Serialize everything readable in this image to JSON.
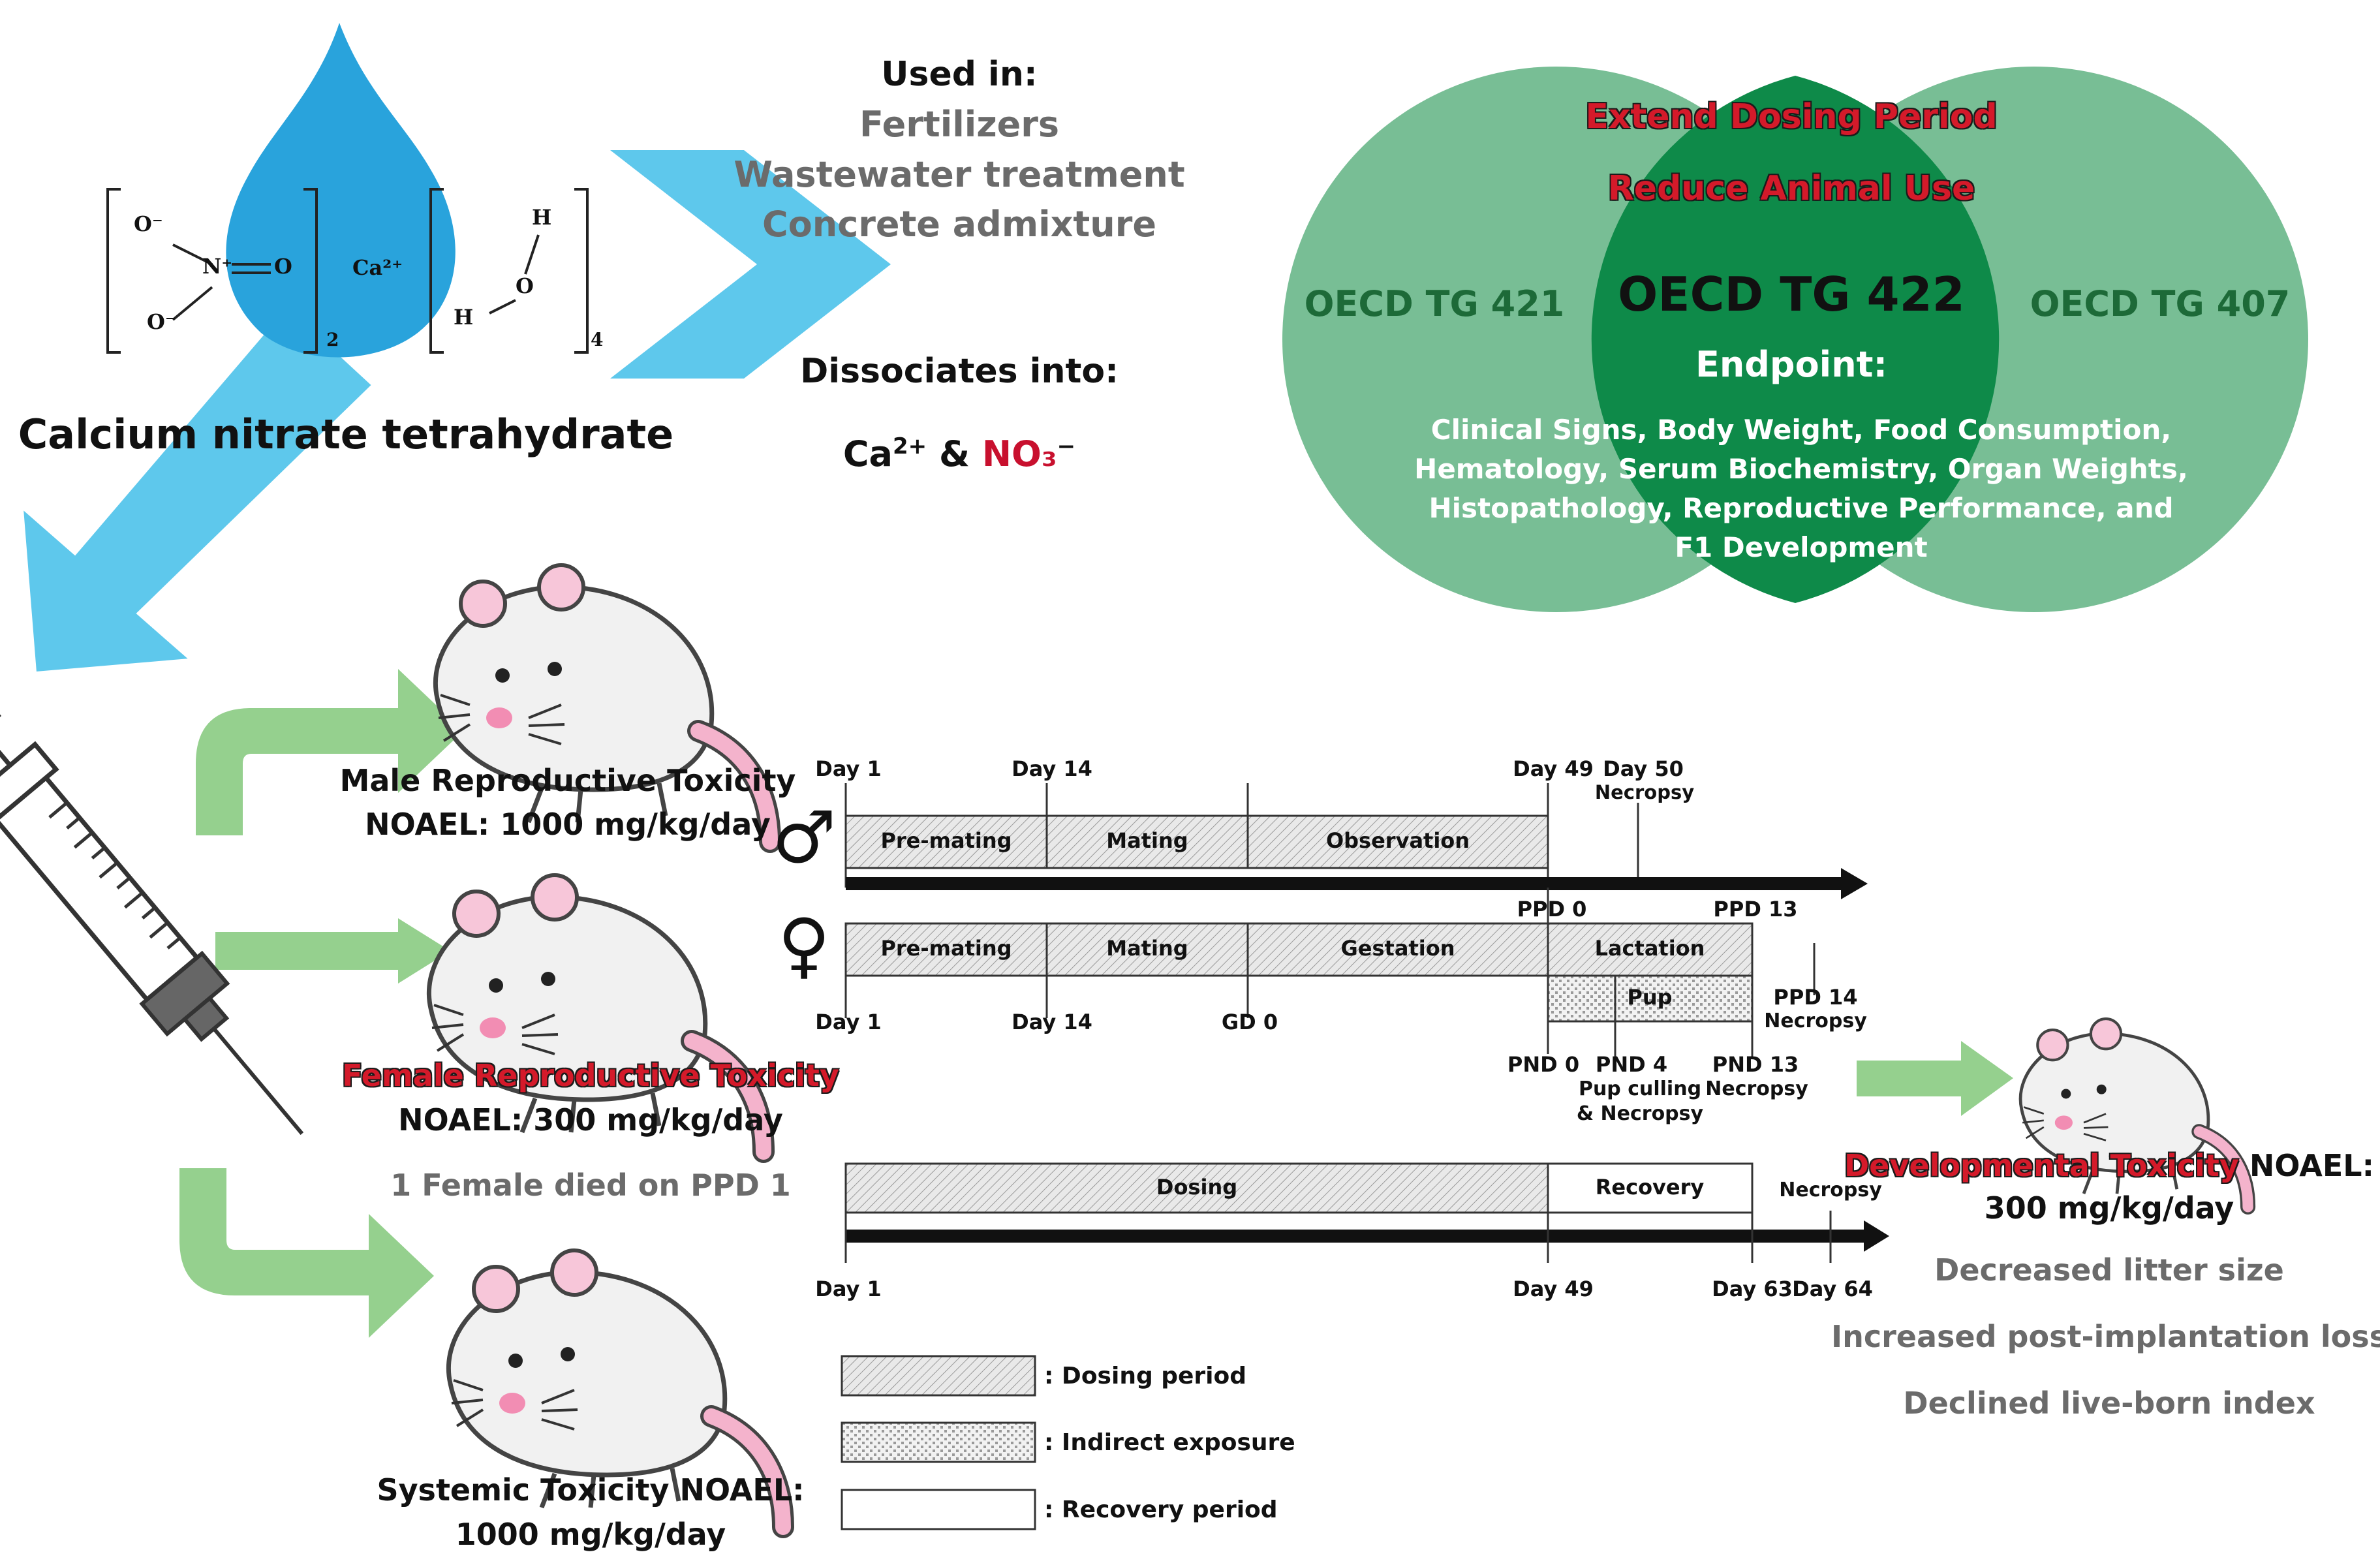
{
  "compound": {
    "name": "Calcium nitrate tetrahydrate",
    "used_in_title": "Used in:",
    "uses": [
      "Fertilizers",
      "Wastewater treatment",
      "Concrete admixture"
    ],
    "dissociates_title": "Dissociates into:",
    "ion_ca": "Ca",
    "ion_ca_sup": "2+",
    "ion_amp": " & ",
    "ion_no3": "NO₃",
    "ion_no3_sup": "−",
    "structure": {
      "o_minus_top": "O⁻",
      "n_plus": "N⁺",
      "o_double": "O",
      "o_minus_bottom": "O⁻",
      "sub_2": "2",
      "ca_ion": "Ca²⁺",
      "h_top": "H",
      "o_water": "O",
      "h_left": "H",
      "sub_4": "4"
    }
  },
  "venn": {
    "left_label": "OECD TG 421",
    "right_label": "OECD TG 407",
    "center_title": "OECD TG 422",
    "top_line1": "Extend Dosing Period",
    "top_line2": "Reduce Animal Use",
    "endpoint_title": "Endpoint:",
    "endpoint_lines": [
      "Clinical Signs, Body Weight, Food Consumption,",
      "Hematology, Serum Biochemistry, Organ Weights,",
      "Histopathology, Reproductive Performance, and",
      "F1 Development"
    ]
  },
  "results": {
    "male_line1": "Male Reproductive Toxicity",
    "male_line2": "NOAEL: 1000 mg/kg/day",
    "female_line1": "Female Reproductive Toxicity",
    "female_line2": "NOAEL: 300 mg/kg/day",
    "female_note": "1 Female died on PPD 1",
    "systemic_line1": "Systemic Toxicity NOAEL:",
    "systemic_line2": "1000 mg/kg/day",
    "dev_line1_red": "Developmental Toxicity",
    "dev_line1_rest": " NOAEL:",
    "dev_line2": "300 mg/kg/day",
    "dev_findings": [
      "Decreased litter size",
      "Increased post-implantation loss",
      "Declined live-born index"
    ]
  },
  "timeline": {
    "male_top_labels": [
      "Day 1",
      "Day 14",
      "Day 49",
      "Day 50"
    ],
    "necropsy": "Necropsy",
    "male_segments": [
      "Pre-mating",
      "Mating",
      "Observation"
    ],
    "male_symbol": "♂",
    "female_symbol": "♀",
    "ppd0": "PPD 0",
    "ppd13": "PPD 13",
    "female_segments": [
      "Pre-mating",
      "Mating",
      "Gestation",
      "Lactation"
    ],
    "pup": "Pup",
    "ppd14": "PPD 14",
    "female_bottom_labels": [
      "Day 1",
      "Day 14",
      "GD 0"
    ],
    "pnd0": "PND 0",
    "pnd4": "PND 4",
    "pup_culling": "Pup culling",
    "and_necropsy": "& Necropsy",
    "pnd13": "PND 13",
    "recovery_segments": [
      "Dosing",
      "Recovery"
    ],
    "recovery_bottom_labels": [
      "Day 1",
      "Day 49",
      "Day 63",
      "Day 64"
    ]
  },
  "legend": {
    "dosing": ": Dosing period",
    "indirect": ": Indirect exposure",
    "recovery": ": Recovery period"
  },
  "colors": {
    "drop_blue": "#29a3dc",
    "arrow_blue": "#5ec8ec",
    "venn_outer": "#6db98c",
    "venn_center": "#0e8a49",
    "green_arrow": "#95d08e",
    "timeline_black": "#111111"
  }
}
